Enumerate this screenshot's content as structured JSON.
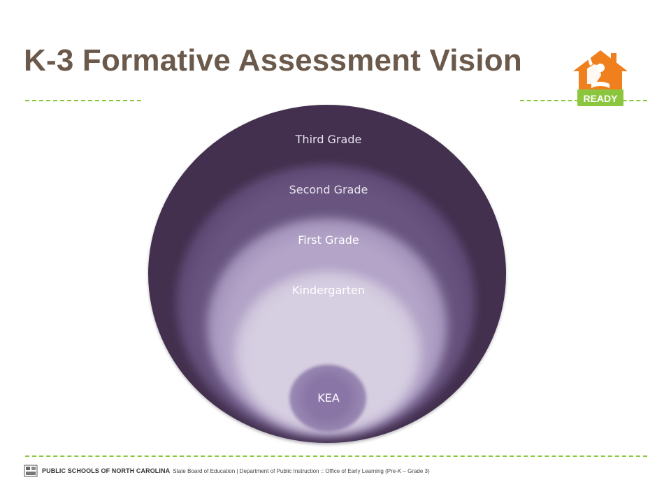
{
  "title": "K-3 Formative Assessment Vision",
  "logo": {
    "badge_text": "READY",
    "colors": {
      "house": "#f07f1e",
      "badge": "#8cc63f"
    }
  },
  "diagram": {
    "rings": [
      {
        "label": "Third Grade",
        "color": "#43304f"
      },
      {
        "label": "Second Grade",
        "color": "#68547f"
      },
      {
        "label": "First Grade",
        "color": "#b3a4c8"
      },
      {
        "label": "Kindergarten",
        "color": "#d6cee1"
      },
      {
        "label": "KEA",
        "color": "#8a76a6"
      }
    ]
  },
  "footer": {
    "org": "PUBLIC SCHOOLS OF NORTH CAROLINA",
    "details": "State Board of Education | Department of Public Instruction  :: Office of Early Learning (Pre-K – Grade 3)"
  },
  "colors": {
    "title": "#6b5a4b",
    "divider": "#8cc63f"
  }
}
